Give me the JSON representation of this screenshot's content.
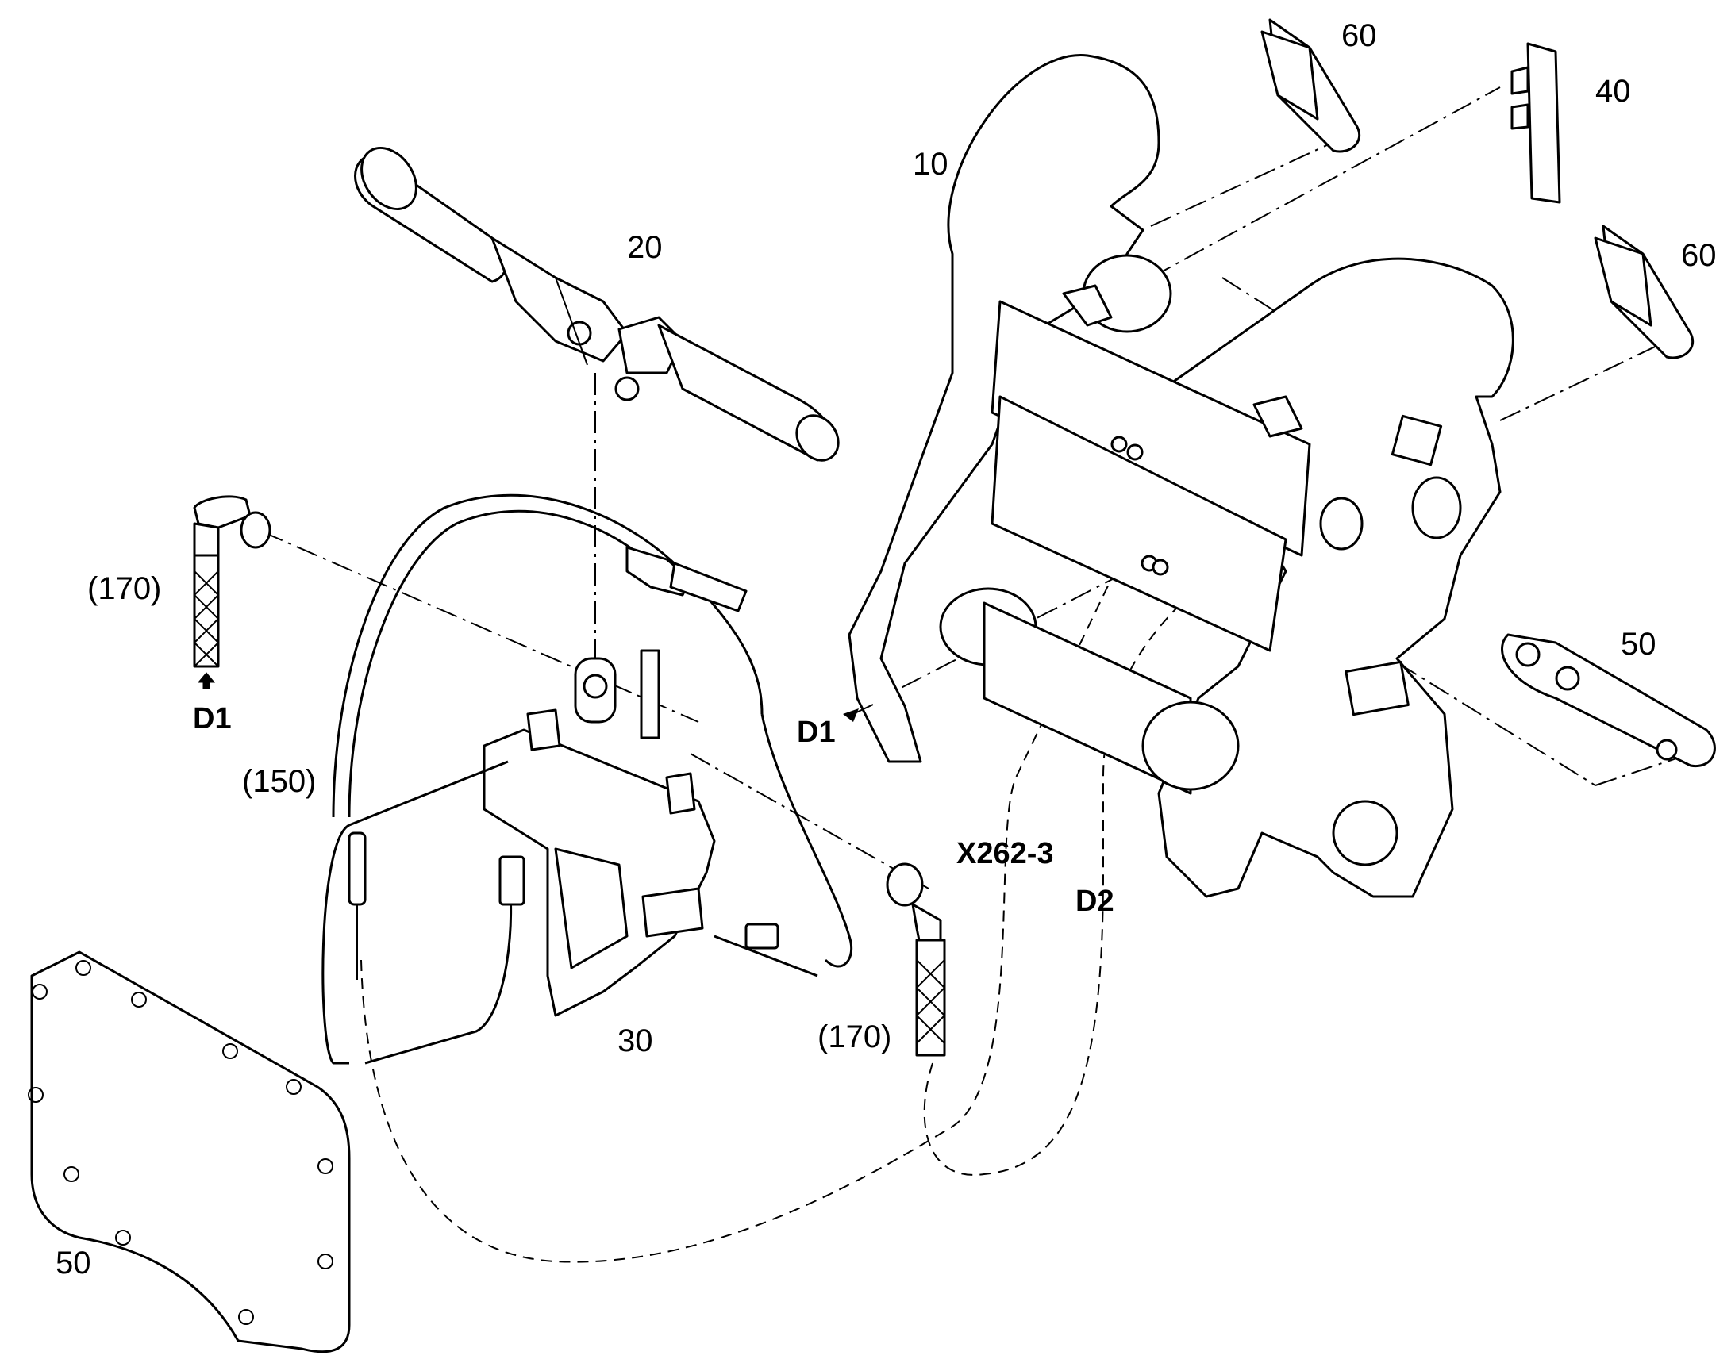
{
  "callouts": {
    "part_10": "10",
    "part_20": "20",
    "part_30": "30",
    "part_40": "40",
    "part_50_top": "50",
    "part_50_bottom": "50",
    "part_60_top": "60",
    "part_60_mid": "60",
    "hose_170_left": "(170)",
    "hose_170_right": "(170)",
    "cable_150": "(150)"
  },
  "connections": {
    "d1_left": "D1",
    "d1_center": "D1",
    "d2": "D2",
    "x262_3": "X262-3"
  },
  "colors": {
    "line": "#000000",
    "background": "#ffffff"
  }
}
